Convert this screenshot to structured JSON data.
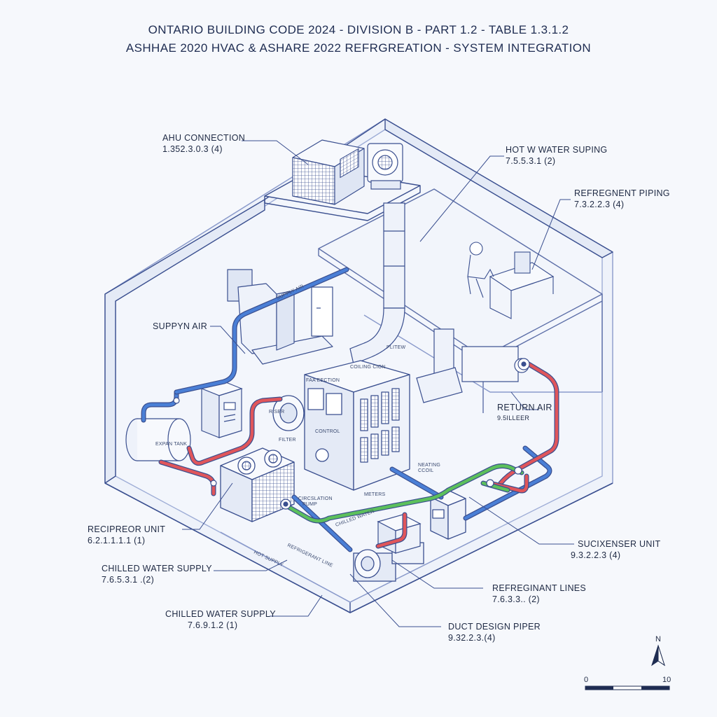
{
  "title": {
    "line1": "ONTARIO BUILDING CODE 2024 - DIVISION B - PART 1.2 - TABLE 1.3.1.2",
    "line2": "ASHHAE 2020 HVAC & ASHARE 2022 REFRGREATION - SYSTEM INTEGRATION"
  },
  "callouts": {
    "ahu_connection": {
      "label": "AHU CONNECTION",
      "ref": "1.352.3.0.3 (4)"
    },
    "hot_water": {
      "label": "HOT W WATER SUPING",
      "ref": "7.5.5.3.1 (2)"
    },
    "refrigerant_piping": {
      "label": "REFREGNENT PIPING",
      "ref": "7.3.2.2.3 (4)"
    },
    "supply_air": {
      "label": "SUPPYN AIR"
    },
    "return_air": {
      "label": "RETURN AIR",
      "ref": "9.5ILLEER"
    },
    "recipreor_unit": {
      "label": "RECIPREOR UNIT",
      "ref": "6.2.1.1.1.1 (1)"
    },
    "chilled_water_1": {
      "label": "CHILLED WATER SUPPLY",
      "ref": "7.6.5.3.1 .(2)"
    },
    "chilled_water_2": {
      "label": "CHILLED WATER SUPPLY",
      "ref": "7.6.9.1.2 (1)"
    },
    "condenser_unit": {
      "label": "SUCIXENSER UNIT",
      "ref": "9.3.2.2.3 (4)"
    },
    "refrigerant_lines": {
      "label": "REFREGINANT LINES",
      "ref": "7.6.3.3.. (2)"
    },
    "duct_design": {
      "label": "DUCT DESIGN PIPER",
      "ref": "9.32.2.3.(4)"
    }
  },
  "equipment_labels": {
    "fan_section": "FAA EECTION",
    "cooling_coil": "COILING CION",
    "plenum": "PLITEW",
    "filter": "FILTER",
    "control": "CONTROL",
    "circulation_pump": "CIRCSLATION",
    "circulation_pump_2": "PUMP",
    "heating_coil": "NEATING",
    "heating_coil_2": "CCOIL",
    "meters": "METERS",
    "supply_duct": "SUPPLY AIR",
    "tank": "EXPAN TANK",
    "riser": "RISER",
    "chilled_line": "CHILLED WATER",
    "ref_line": "REFRIGERANT LINE",
    "hot_line": "HOT SUPPLY"
  },
  "compass": {
    "north": "N"
  },
  "scale": {
    "start": "0",
    "end": "10"
  },
  "colors": {
    "outline": "#3a4f8f",
    "structure": "#5d6fa8",
    "chilled": "#4a7fd6",
    "hot": "#e0565b",
    "refrigerant": "#5cc05c",
    "floor_fill": "#eef2fa",
    "wall_fill": "#e4eaf6"
  }
}
